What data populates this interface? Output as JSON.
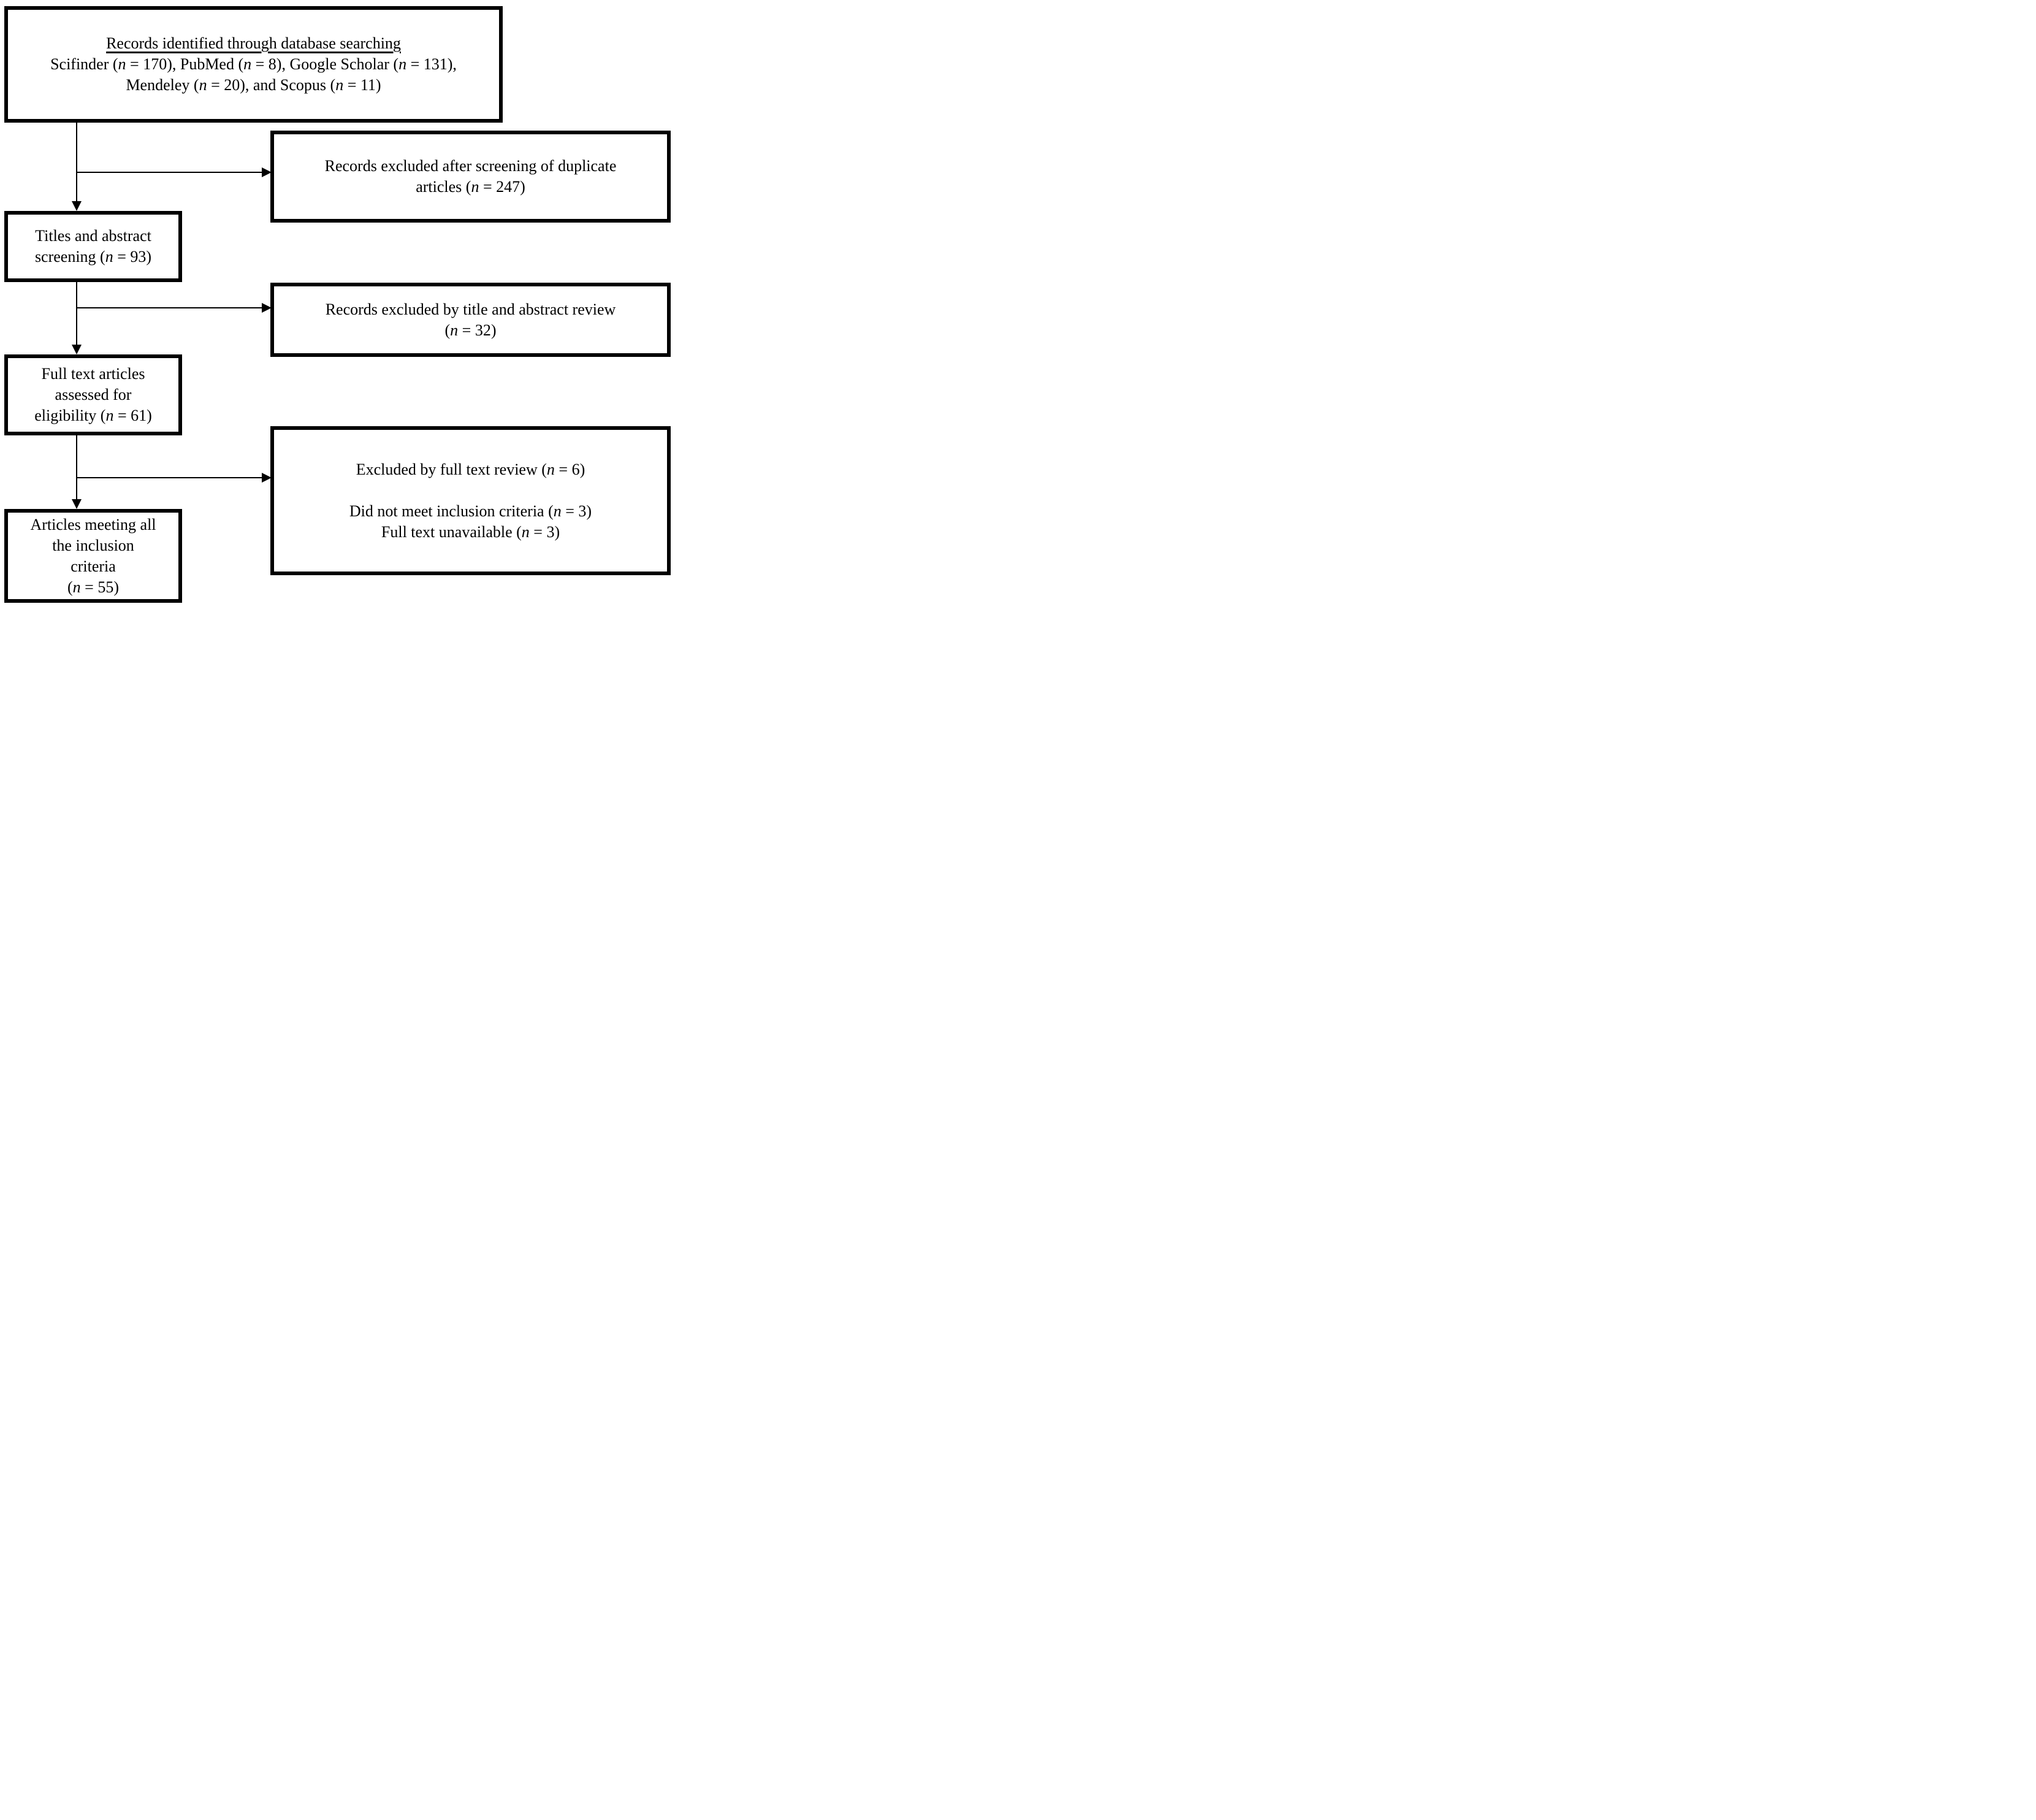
{
  "diagram": {
    "type": "flowchart",
    "background_color": "#ffffff",
    "line_color": "#000000",
    "boxes": {
      "identification": {
        "title": "Records identified through database searching",
        "lines": [
          [
            {
              "t": "Scifinder ("
            },
            {
              "t": "n",
              "i": true
            },
            {
              "t": " = 170), PubMed ("
            },
            {
              "t": "n",
              "i": true
            },
            {
              "t": " = 8), Google Scholar ("
            },
            {
              "t": "n",
              "i": true
            },
            {
              "t": " = 131),"
            }
          ],
          [
            {
              "t": "Mendeley ("
            },
            {
              "t": "n",
              "i": true
            },
            {
              "t": " = 20), and Scopus ("
            },
            {
              "t": "n",
              "i": true
            },
            {
              "t": " = 11)"
            }
          ]
        ]
      },
      "duplicates_excluded": {
        "lines": [
          [
            {
              "t": "Records excluded after screening of duplicate"
            }
          ],
          [
            {
              "t": "articles ("
            },
            {
              "t": "n",
              "i": true
            },
            {
              "t": " = 247)"
            }
          ]
        ]
      },
      "screening": {
        "lines": [
          [
            {
              "t": "Titles and abstract"
            }
          ],
          [
            {
              "t": "screening ("
            },
            {
              "t": "n",
              "i": true
            },
            {
              "t": " = 93)"
            }
          ]
        ]
      },
      "abstract_excluded": {
        "lines": [
          [
            {
              "t": "Records excluded by title and abstract review"
            }
          ],
          [
            {
              "t": "("
            },
            {
              "t": "n",
              "i": true
            },
            {
              "t": " = 32)"
            }
          ]
        ]
      },
      "fulltext_assessed": {
        "lines": [
          [
            {
              "t": "Full text articles"
            }
          ],
          [
            {
              "t": "assessed for"
            }
          ],
          [
            {
              "t": "eligibility ("
            },
            {
              "t": "n",
              "i": true
            },
            {
              "t": " = 61)"
            }
          ]
        ]
      },
      "fulltext_excluded": {
        "lines": [
          [
            {
              "t": "Excluded by full text review ("
            },
            {
              "t": "n",
              "i": true
            },
            {
              "t": " = 6)"
            }
          ],
          [],
          [
            {
              "t": "Did not meet inclusion criteria ("
            },
            {
              "t": "n",
              "i": true
            },
            {
              "t": " = 3)"
            }
          ],
          [
            {
              "t": "Full text unavailable ("
            },
            {
              "t": "n",
              "i": true
            },
            {
              "t": " = 3)"
            }
          ]
        ]
      },
      "included": {
        "lines": [
          [
            {
              "t": "Articles meeting all"
            }
          ],
          [
            {
              "t": "the inclusion"
            }
          ],
          [
            {
              "t": "criteria"
            }
          ],
          [
            {
              "t": "("
            },
            {
              "t": "n",
              "i": true
            },
            {
              "t": " = 55)"
            }
          ]
        ]
      }
    },
    "counts": {
      "scifinder": 170,
      "pubmed": 8,
      "google_scholar": 131,
      "mendeley": 20,
      "scopus": 11,
      "duplicates_excluded": 247,
      "title_abstract_screening": 93,
      "title_abstract_excluded": 32,
      "full_text_assessed": 61,
      "excluded_by_full_text_review": 6,
      "did_not_meet_inclusion_criteria": 3,
      "full_text_unavailable": 3,
      "included": 55
    }
  }
}
